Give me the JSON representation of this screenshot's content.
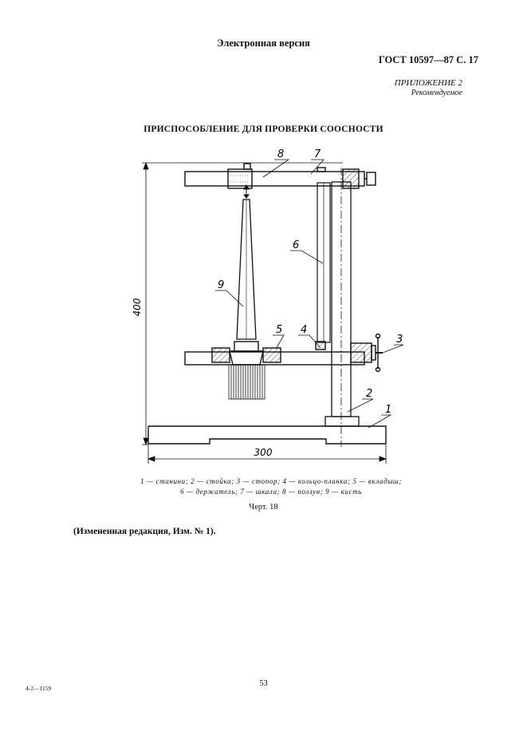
{
  "header": {
    "watermark": "Электронная версия",
    "standard_code": "ГОСТ 10597—87 С. 17"
  },
  "appendix": {
    "label": "ПРИЛОЖЕНИЕ 2",
    "status": "Рекомендуемое"
  },
  "figure": {
    "title": "ПРИСПОСОБЛЕНИЕ ДЛЯ ПРОВЕРКИ СООСНОСТИ",
    "dimensions": {
      "height": "400",
      "width": "300"
    },
    "callouts": [
      "1",
      "2",
      "3",
      "4",
      "5",
      "6",
      "7",
      "8",
      "9"
    ],
    "legend_line1": "1 — станина;  2 — стойка;  3 — стопор;  4 — кольцо-планка;   5 — вкладыш;",
    "legend_line2": "6 — держатель; 7 — шкала; 8 — ползун; 9 — кисть",
    "caption": "Черт. 18"
  },
  "edition_note": "(Измененная редакция, Изм. № 1).",
  "footer": {
    "page_number": "53",
    "print_code": "4-2—1159"
  }
}
